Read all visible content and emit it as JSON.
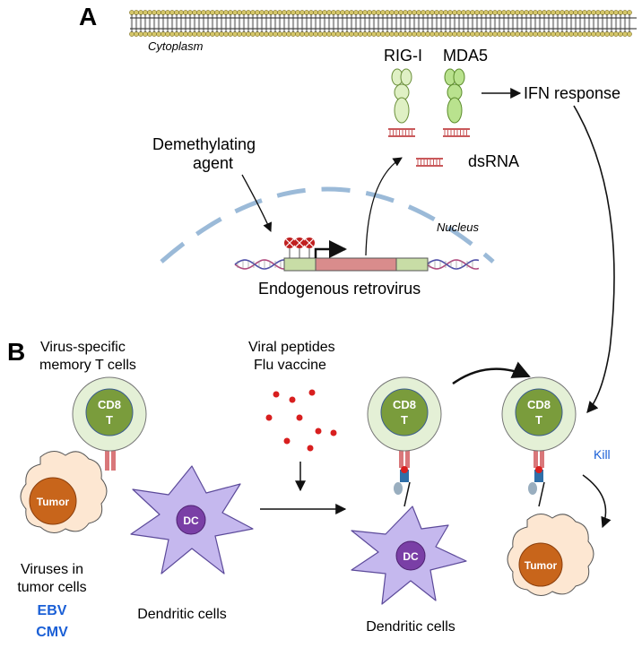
{
  "panel_a": {
    "letter": "A",
    "cytoplasm_label": "Cytoplasm",
    "nucleus_label": "Nucleus",
    "rigi_label": "RIG-I",
    "mda5_label": "MDA5",
    "ifn_label": "IFN response",
    "dsrna_label": "dsRNA",
    "demethylating_line1": "Demethylating",
    "demethylating_line2": "agent",
    "retrovirus_label": "Endogenous retrovirus"
  },
  "panel_b": {
    "letter": "B",
    "memory_line1": "Virus-specific",
    "memory_line2": "memory T cells",
    "cd8_line1": "CD8",
    "cd8_line2": "T",
    "peptides_line1": "Viral peptides",
    "peptides_line2": "Flu vaccine",
    "tumor_label": "Tumor",
    "dc_label": "DC",
    "viruses_line1": "Viruses in",
    "viruses_line2": "tumor cells",
    "ebv": "EBV",
    "cmv": "CMV",
    "dendritic_label": "Dendritic cells",
    "kill_label": "Kill"
  },
  "colors": {
    "membrane_head": "#d4c66a",
    "nucleus_dash": "#9bbad8",
    "receptor_light": "#dff0c4",
    "receptor_mid": "#b9e28e",
    "dsrna": "#c9595b",
    "gene_green": "#c8dda6",
    "gene_pink": "#d98c8c",
    "dna_pink": "#b04a7e",
    "dna_purple": "#4e4ea8",
    "tcell_outer": "#e4f0d6",
    "tcell_inner": "#7a9c3c",
    "dc_fill": "#c5b8ee",
    "dc_nucleus": "#7a3fa6",
    "tumor_outer": "#fde7d2",
    "tumor_inner": "#c8651b",
    "tcr_red": "#d9777a",
    "mhc_blue": "#2f6fa8",
    "peptide_red": "#d81f1f",
    "blue_text": "#1a5fd6"
  }
}
